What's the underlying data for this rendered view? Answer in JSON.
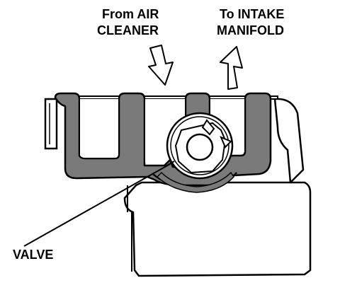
{
  "labels": {
    "from_line1": "From AIR",
    "from_line2": "CLEANER",
    "to_line1": "To INTAKE",
    "to_line2": "MANIFOLD",
    "valve": "VALVE"
  },
  "colors": {
    "ink": "#000000",
    "gasket": "#7a7a7a",
    "paper": "#ffffff"
  }
}
